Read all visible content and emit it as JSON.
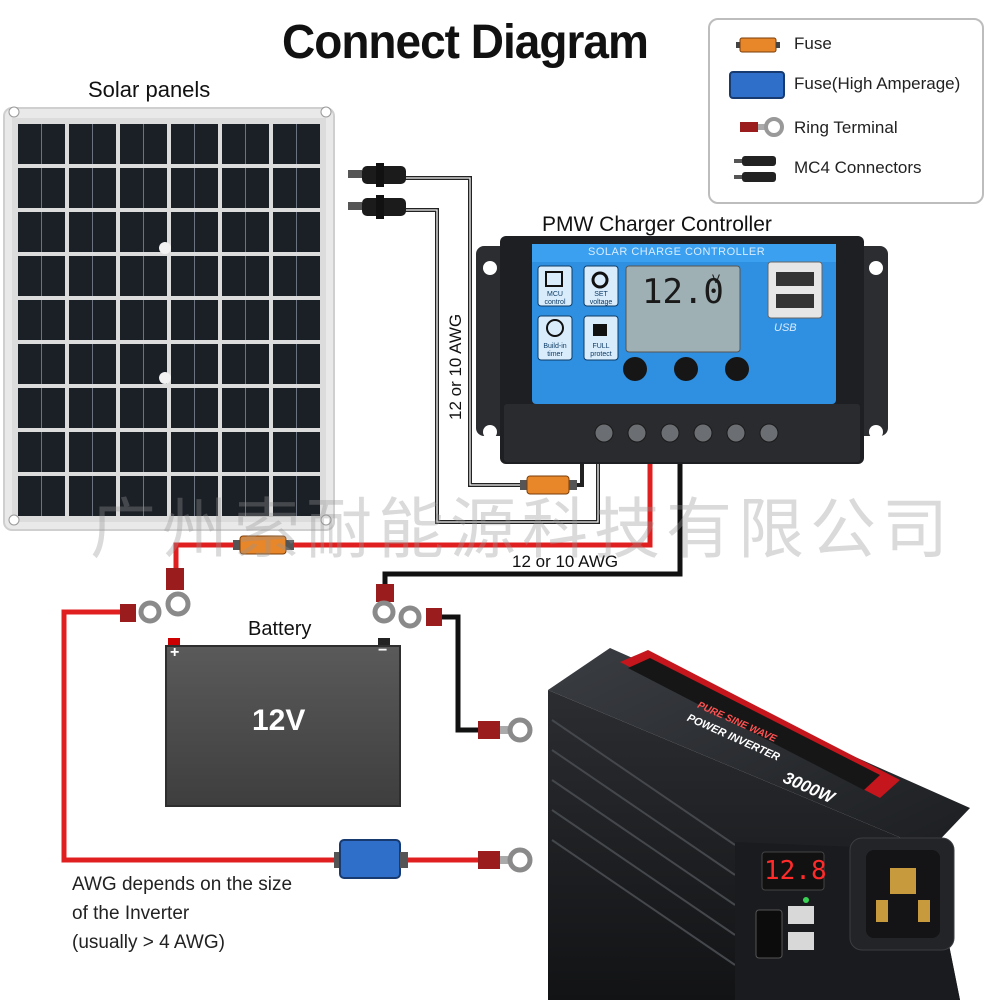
{
  "title": "Connect Diagram",
  "legend": {
    "items": [
      {
        "label": "Fuse",
        "icon": "fuse-icon",
        "color": "#e8862a"
      },
      {
        "label": "Fuse(High Amperage)",
        "icon": "high-amperage-fuse-icon",
        "color": "#2f6fc9"
      },
      {
        "label": "Ring Terminal",
        "icon": "ring-terminal-icon",
        "color": "#9b1c1c"
      },
      {
        "label": "MC4 Connectors",
        "icon": "mc4-connector-icon",
        "color": "#222222"
      }
    ]
  },
  "labels": {
    "solar_panels": "Solar panels",
    "controller": "PMW Charger Controller",
    "wire_vertical": "12 or 10 AWG",
    "wire_horizontal": "12 or 10 AWG",
    "battery": "Battery",
    "battery_voltage": "12V",
    "battery_plus": "+",
    "battery_minus": "−",
    "awg_note_1": "AWG depends on the size",
    "awg_note_2": "of the Inverter",
    "awg_note_3": "(usually  > 4 AWG)"
  },
  "controller": {
    "header": "SOLAR CHARGE CONTROLLER",
    "lcd_value": "12.0",
    "lcd_unit": "V",
    "mcu": "MCU control",
    "set": "SET voltage",
    "timer": "Build-in timer",
    "full": "FULL protect",
    "usb": "USB"
  },
  "inverter": {
    "display": "12.8",
    "brand_line1": "PURE SINE WAVE",
    "brand_line2": "POWER INVERTER",
    "power": "3000W"
  },
  "watermark": "广州索耐能源科技有限公司",
  "colors": {
    "positive_wire": "#e02020",
    "negative_wire": "#111111",
    "controller_blue": "#2f8fe0",
    "panel_cell": "#1b1f26"
  }
}
